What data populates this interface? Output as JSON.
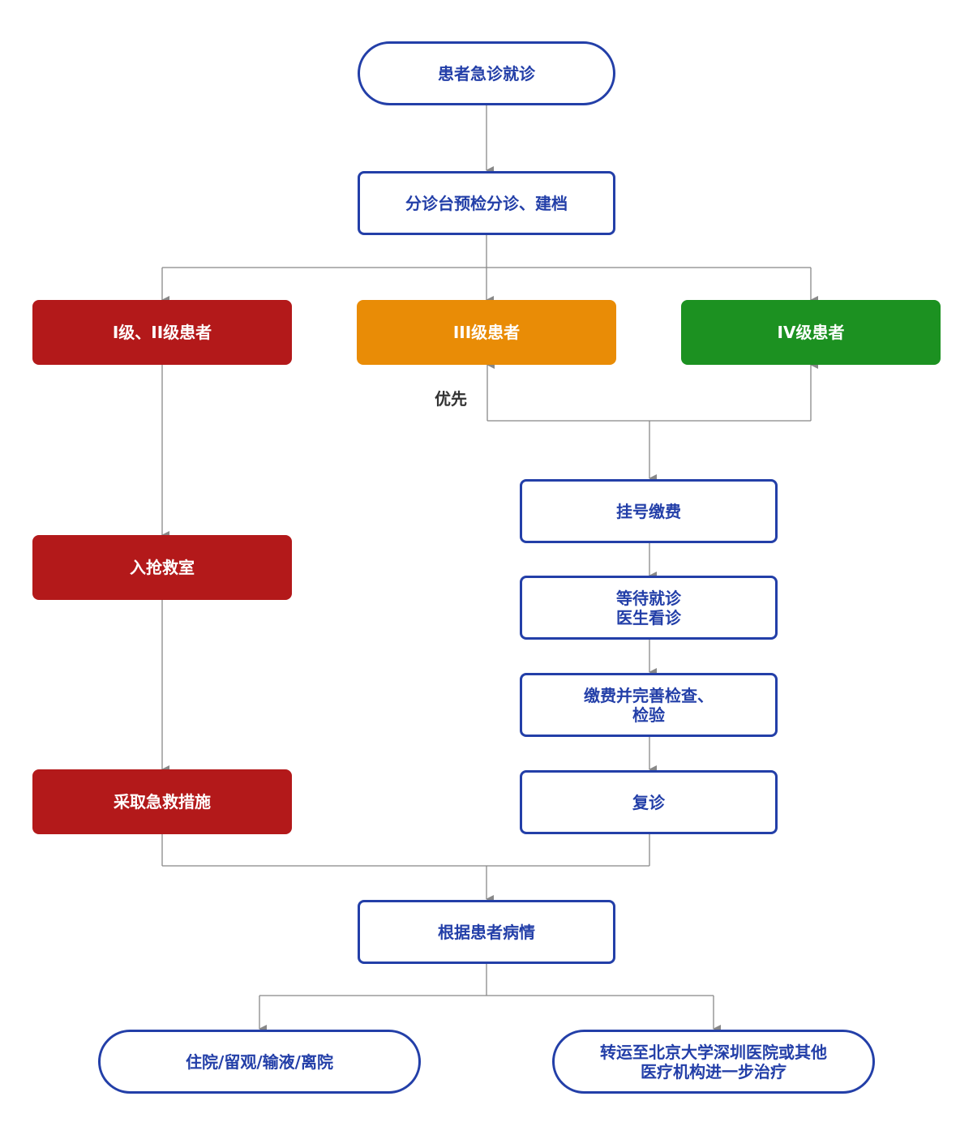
{
  "nodes": {
    "start": "患者急诊就诊",
    "triage": "分诊台预检分诊、建档",
    "level_1_2": "I级、II级患者",
    "level_3": "III级患者",
    "level_4": "IV级患者",
    "rescue_room": "入抢救室",
    "emergency_measures": "采取急救措施",
    "register_pay": "挂号缴费",
    "wait_consult": "等待就诊\n医生看诊",
    "pay_exams": "缴费并完善检查、\n检验",
    "follow_up": "复诊",
    "by_condition": "根据患者病情",
    "outcome_stay": "住院/留观/输液/离院",
    "outcome_transfer": "转运至北京大学深圳医院或其他\n医疗机构进一步治疗"
  },
  "labels": {
    "priority": "优先"
  },
  "colors": {
    "outline": "#233fa8",
    "red": "#b3191a",
    "orange": "#e98c06",
    "green": "#1c9121",
    "connector": "#888888"
  }
}
